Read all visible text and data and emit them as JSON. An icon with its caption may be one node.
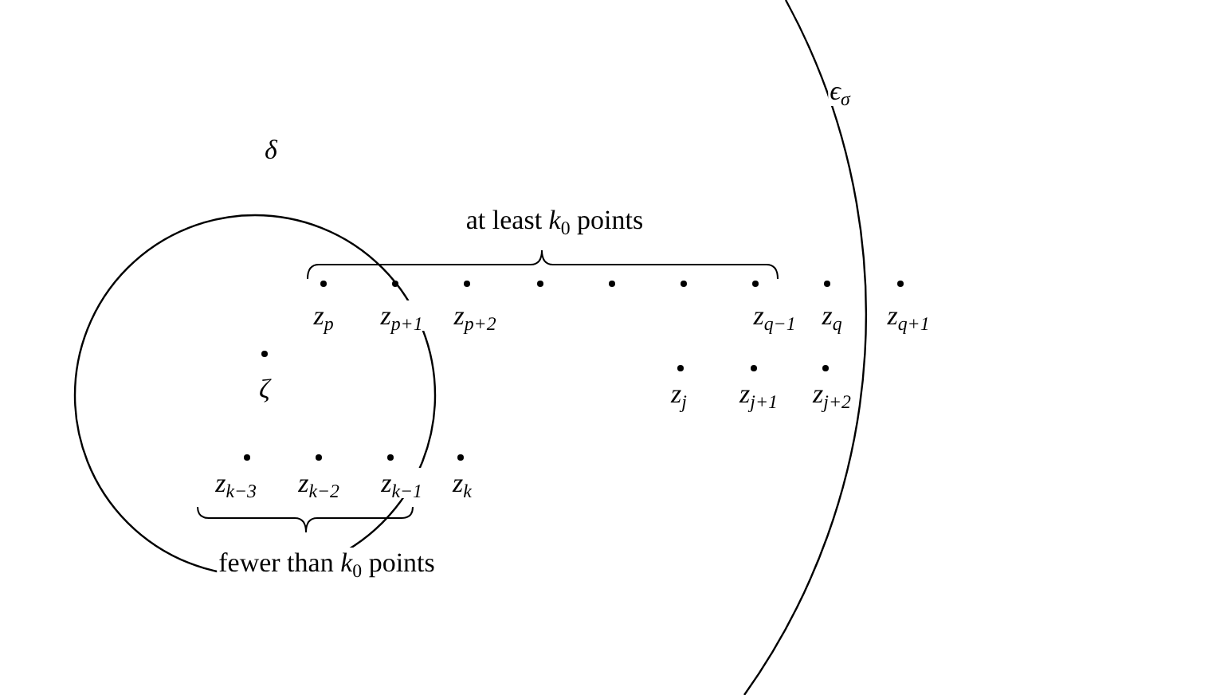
{
  "diagram": {
    "labels": [
      "ϵ$_{σ}$",
      "δ",
      "at least *k*$_{0}$ points",
      "z$_{p}$",
      "z$_{p+1}$",
      "z$_{p+2}$",
      "z$_{q−1}$",
      "z$_{q}$",
      "z$_{q+1}$",
      "ζ",
      "z$_{j}$",
      "z$_{j+1}$",
      "z$_{j+2}$",
      "z$_{k−3}$",
      "z$_{k−2}$",
      "z$_{k−1}$",
      "z$_{k}$",
      "fewer than *k*$_{0}$ points"
    ]
  }
}
